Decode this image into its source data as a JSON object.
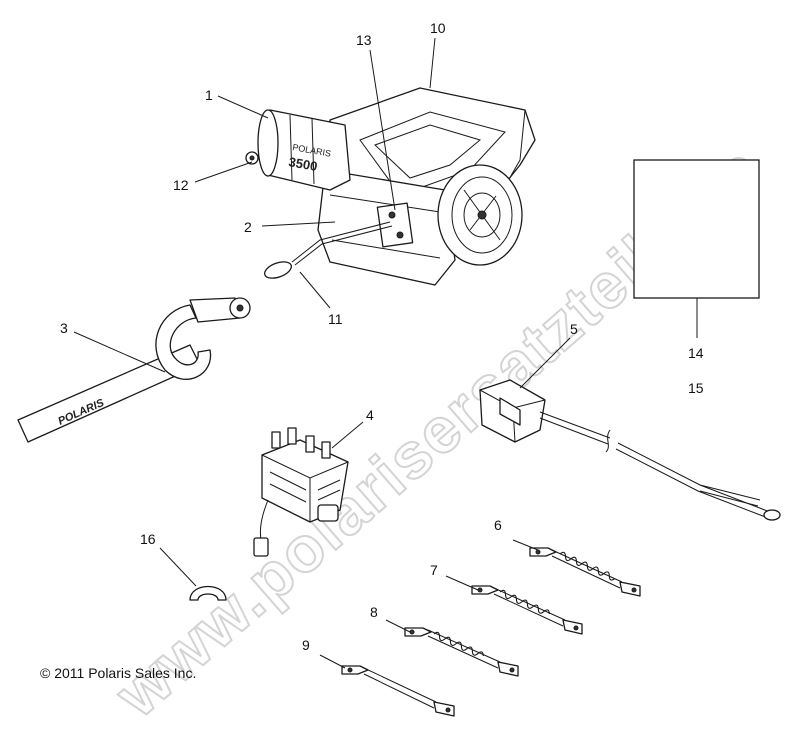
{
  "watermark": "www.polarisersatzteile.de",
  "copyright": "© 2011 Polaris Sales Inc.",
  "winch_brand": "POLARIS",
  "winch_model_text": "3500",
  "callouts": {
    "c1": "1",
    "c2": "2",
    "c3": "3",
    "c4": "4",
    "c5": "5",
    "c6": "6",
    "c7": "7",
    "c8": "8",
    "c9": "9",
    "c10": "10",
    "c11": "11",
    "c12": "12",
    "c13": "13",
    "c14": "14",
    "c15": "15",
    "c16": "16"
  }
}
